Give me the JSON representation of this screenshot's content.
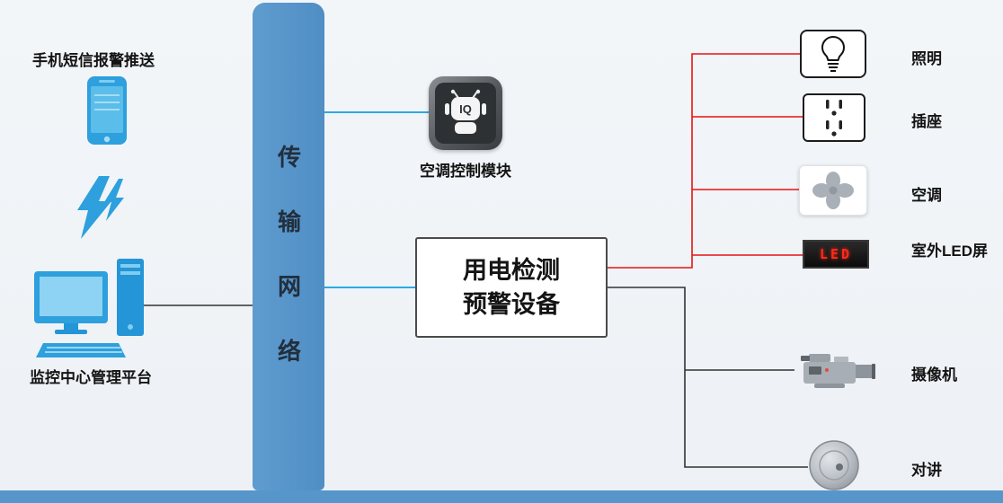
{
  "colors": {
    "background": "#f0f3f6",
    "network_bar_blue": "#5796cb",
    "connector_blue": "#29abe2",
    "connector_red": "#e81313",
    "connector_black": "#333333",
    "device_icon_blue": "#2da0dd",
    "led_red": "#ff2a1a"
  },
  "left": {
    "sms_push_label": "手机短信报警推送",
    "platform_label": "监控中心管理平台"
  },
  "network": {
    "label": "传输网络"
  },
  "ac_module": {
    "label": "空调控制模块",
    "icon_text": "IQ"
  },
  "detector": {
    "title_line1": "用电检测",
    "title_line2": "预警设备"
  },
  "devices": [
    {
      "label": "照明",
      "icon": "bulb-icon"
    },
    {
      "label": "插座",
      "icon": "socket-icon"
    },
    {
      "label": "空调",
      "icon": "fan-icon"
    },
    {
      "label": "室外LED屏",
      "icon": "led-screen-icon",
      "led_text": "LED"
    },
    {
      "label": "摄像机",
      "icon": "camera-icon"
    },
    {
      "label": "对讲",
      "icon": "intercom-icon"
    }
  ]
}
